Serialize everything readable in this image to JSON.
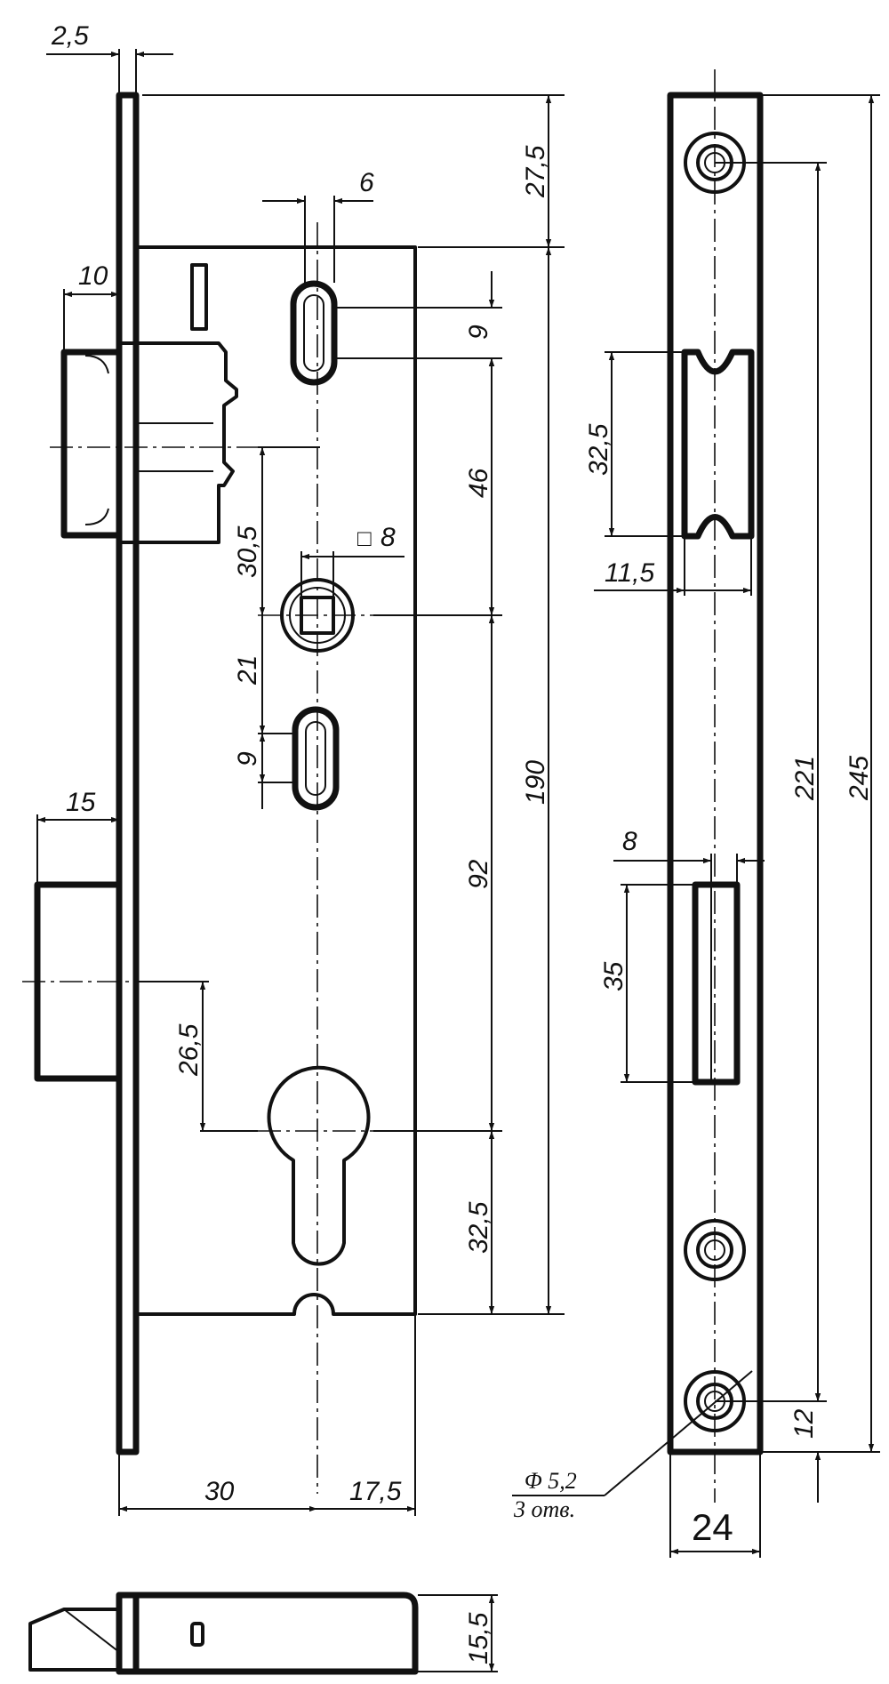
{
  "dimensions": {
    "faceplate_thickness": "2,5",
    "top_offset": "27,5",
    "slot_width": "6",
    "slot_height_top": "9",
    "latch_projection": "10",
    "slot_to_spindle": "46",
    "latch_to_spindle": "30,5",
    "spindle_square": "8",
    "spindle_to_slot": "21",
    "slot_height_bottom": "9",
    "case_height": "190",
    "bolt_projection": "15",
    "spindle_to_cylinder": "92",
    "bolt_to_cylinder": "26,5",
    "cylinder_to_bottom": "32,5",
    "backset": "30",
    "cylinder_to_edge": "17,5",
    "case_depth": "15,5",
    "strike_latch_opening": "32,5",
    "strike_latch_width": "11,5",
    "strike_bolt_width": "8",
    "strike_bolt_opening": "35",
    "screw_span": "221",
    "faceplate_height": "245",
    "bottom_screw_offset": "12",
    "faceplate_width": "24"
  },
  "notes": {
    "hole_diameter": "Φ 5,2",
    "hole_count": "3 отв."
  },
  "square_symbol": "□"
}
